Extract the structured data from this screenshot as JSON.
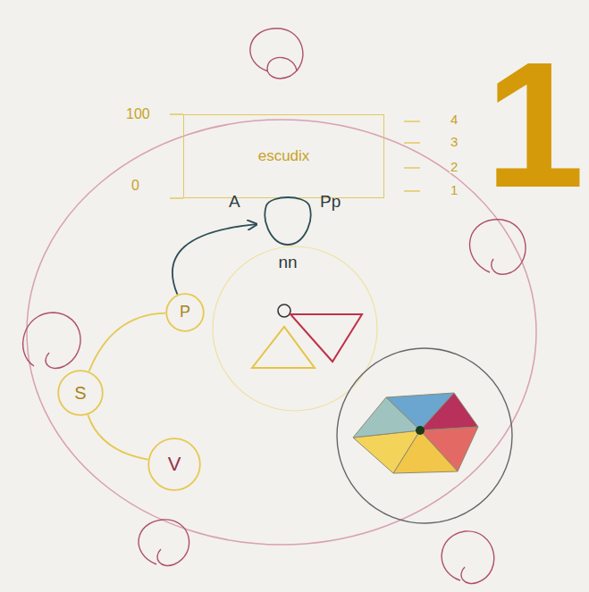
{
  "diagram": {
    "nodes": [
      {
        "text": [
          "escudix"
        ]
      },
      {
        "text": [
          "A",
          "Pp",
          "nn"
        ]
      },
      {
        "text": [
          "P"
        ]
      },
      {
        "text": [
          "S"
        ]
      },
      {
        "text": [
          "V"
        ]
      }
    ],
    "edges": [
      {
        "from": 2,
        "to": 1,
        "arrow": "to"
      },
      {
        "from": 2,
        "to": 3,
        "arrow": "none"
      },
      {
        "from": 3,
        "to": 4,
        "arrow": "none"
      }
    ],
    "labels": [
      "100",
      "0",
      "4",
      "3",
      "2",
      "1",
      "1"
    ]
  }
}
